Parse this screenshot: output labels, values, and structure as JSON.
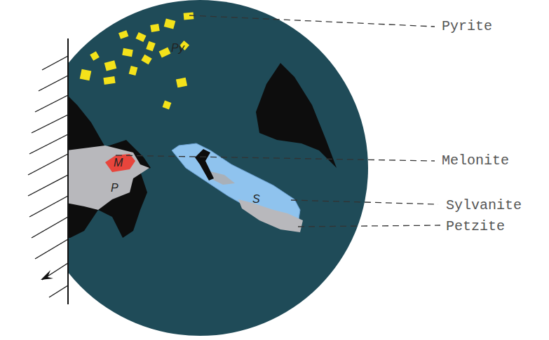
{
  "diagram": {
    "labels": [
      "Pyrite",
      "Py",
      "Melonite",
      "M",
      "P",
      "Sylvanite",
      "S",
      "Petzite"
    ]
  }
}
